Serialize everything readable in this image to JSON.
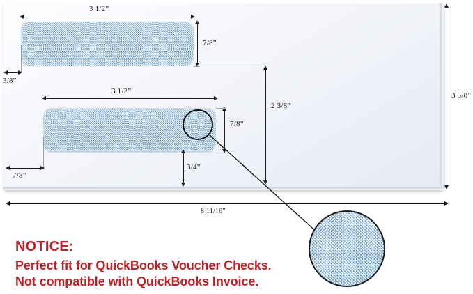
{
  "product": {
    "type": "double-window-envelope",
    "overall_width": "8 11/16”",
    "overall_height": "3 5/8”"
  },
  "dimensions": {
    "top_window_width": "3 1/2”",
    "top_window_height": "7/8”",
    "top_window_left_margin": "3/8”",
    "bottom_window_width": "3 1/2”",
    "bottom_window_height": "7/8”",
    "bottom_window_left_margin": "7/8”",
    "bottom_window_to_bottom_edge": "3/4”",
    "top_window_to_bottom_edge": "2 3/8”",
    "overall_width": "8 11/16”",
    "overall_height": "3 5/8”"
  },
  "notice": {
    "heading": "NOTICE:",
    "line1": "Perfect fit for QuickBooks Voucher Checks.",
    "line2": "Not compatible with QuickBooks Invoice."
  },
  "colors": {
    "notice_red": "#bf2026",
    "window_tint_blue": "#a3c9e3",
    "envelope_paper": "#f3f5fa",
    "dimension_line": "#1c1c1c"
  },
  "callouts": {
    "detail_label": "security-tint-pattern-magnified"
  }
}
